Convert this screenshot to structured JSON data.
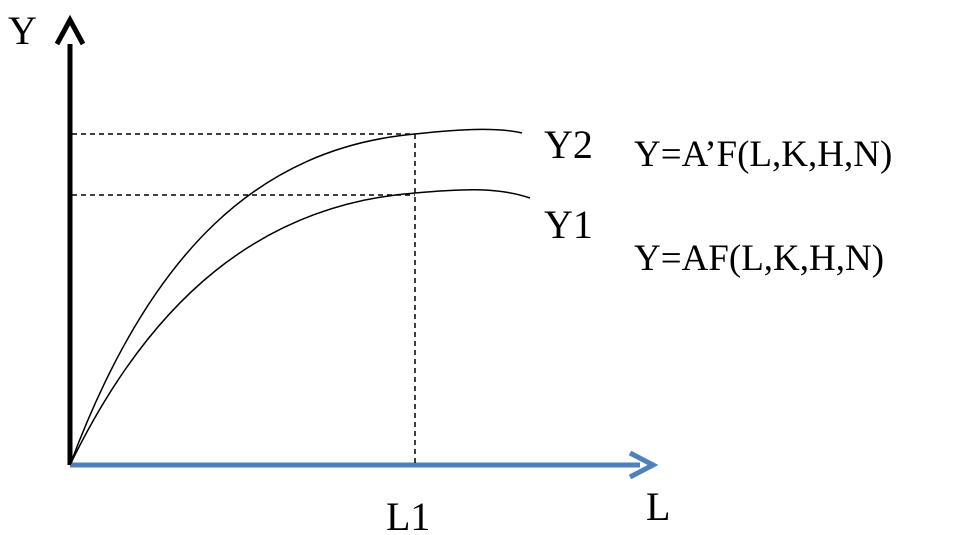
{
  "diagram": {
    "y_axis_label": "Y",
    "x_axis_label": "L",
    "l1_label": "L1",
    "y1_label": "Y1",
    "y2_label": "Y2",
    "eq_upper": "Y=A’F(L,K,H,N)",
    "eq_lower": "Y=AF(L,K,H,N)",
    "colors": {
      "y_axis": "#000000",
      "x_axis": "#4f81bd",
      "curves": "#000000",
      "guides": "#000000"
    }
  }
}
